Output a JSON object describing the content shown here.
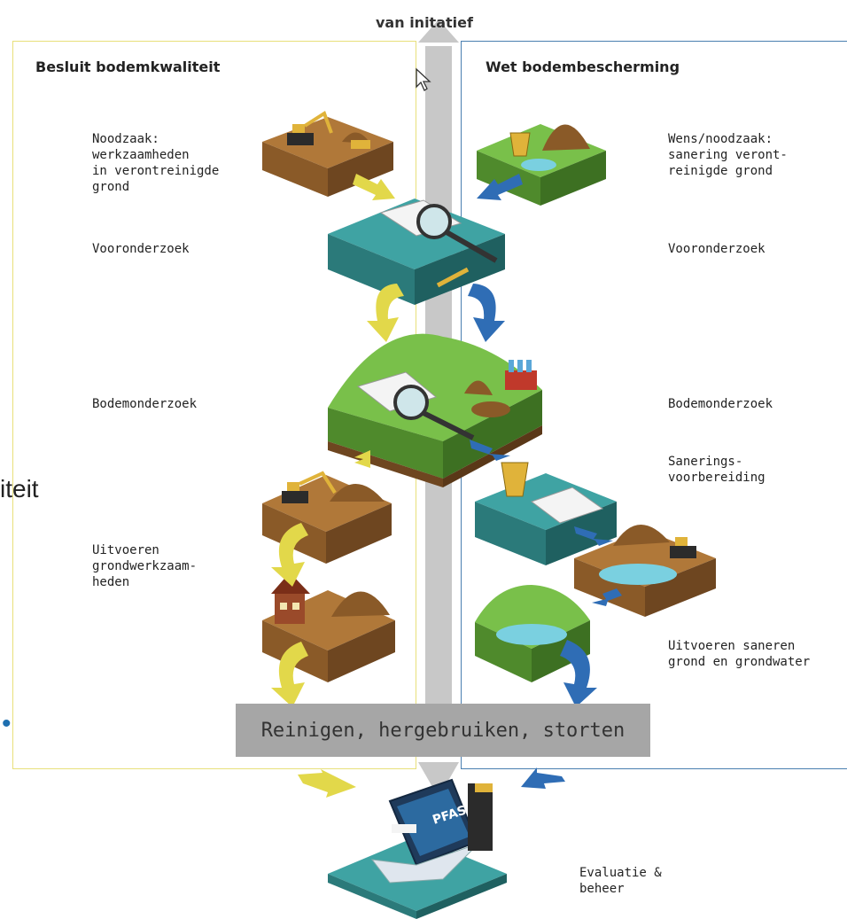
{
  "top_label": "van initatief",
  "left_panel": {
    "title": "Besluit bodemkwaliteit"
  },
  "right_panel": {
    "title": "Wet bodembescherming"
  },
  "left_steps": {
    "noodzaak": "Noodzaak:\nwerkzaamheden\nin verontreinigde\ngrond",
    "vooronderzoek": "Vooronderzoek",
    "bodemonderzoek": "Bodemonderzoek",
    "uitvoeren": "Uitvoeren\ngrondwerkzaam-\nheden"
  },
  "right_steps": {
    "wens": "Wens/noodzaak:\nsanering veront-\nreinigde grond",
    "vooronderzoek": "Vooronderzoek",
    "bodemonderzoek": "Bodemonderzoek",
    "sanering": "Sanerings-\nvoorbereiding",
    "uitvoeren": "Uitvoeren saneren\ngrond en grondwater"
  },
  "banner": "Reinigen, hergebruiken, storten",
  "final_step": "Evaluatie &\nbeheer",
  "laptop_label": "PFAS",
  "cut_off_text": "iteit",
  "colors": {
    "left_border": "#e8e07a",
    "right_border": "#4a7fb0",
    "central_bar": "#c8c8c8",
    "yellow_arrow": "#e2d84a",
    "blue_arrow": "#2f6db5",
    "teal": "#3a9a9a",
    "grass": "#7cc24a",
    "soil": "#b0773a"
  }
}
